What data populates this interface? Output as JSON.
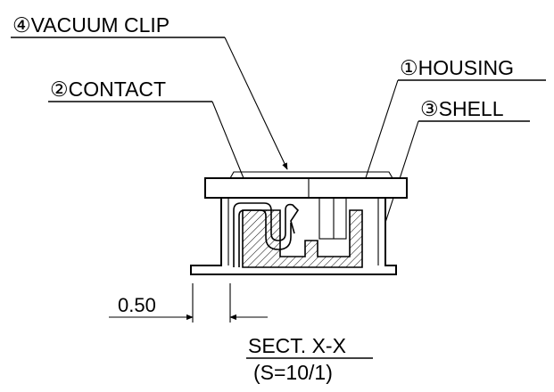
{
  "labels": {
    "vacuum_clip": "④VACUUM CLIP",
    "housing": "①HOUSING",
    "contact": "②CONTACT",
    "shell": "③SHELL"
  },
  "dimension": {
    "value": "0.50"
  },
  "section": {
    "title": "SECT. X-X",
    "scale": "(S=10/1)"
  }
}
